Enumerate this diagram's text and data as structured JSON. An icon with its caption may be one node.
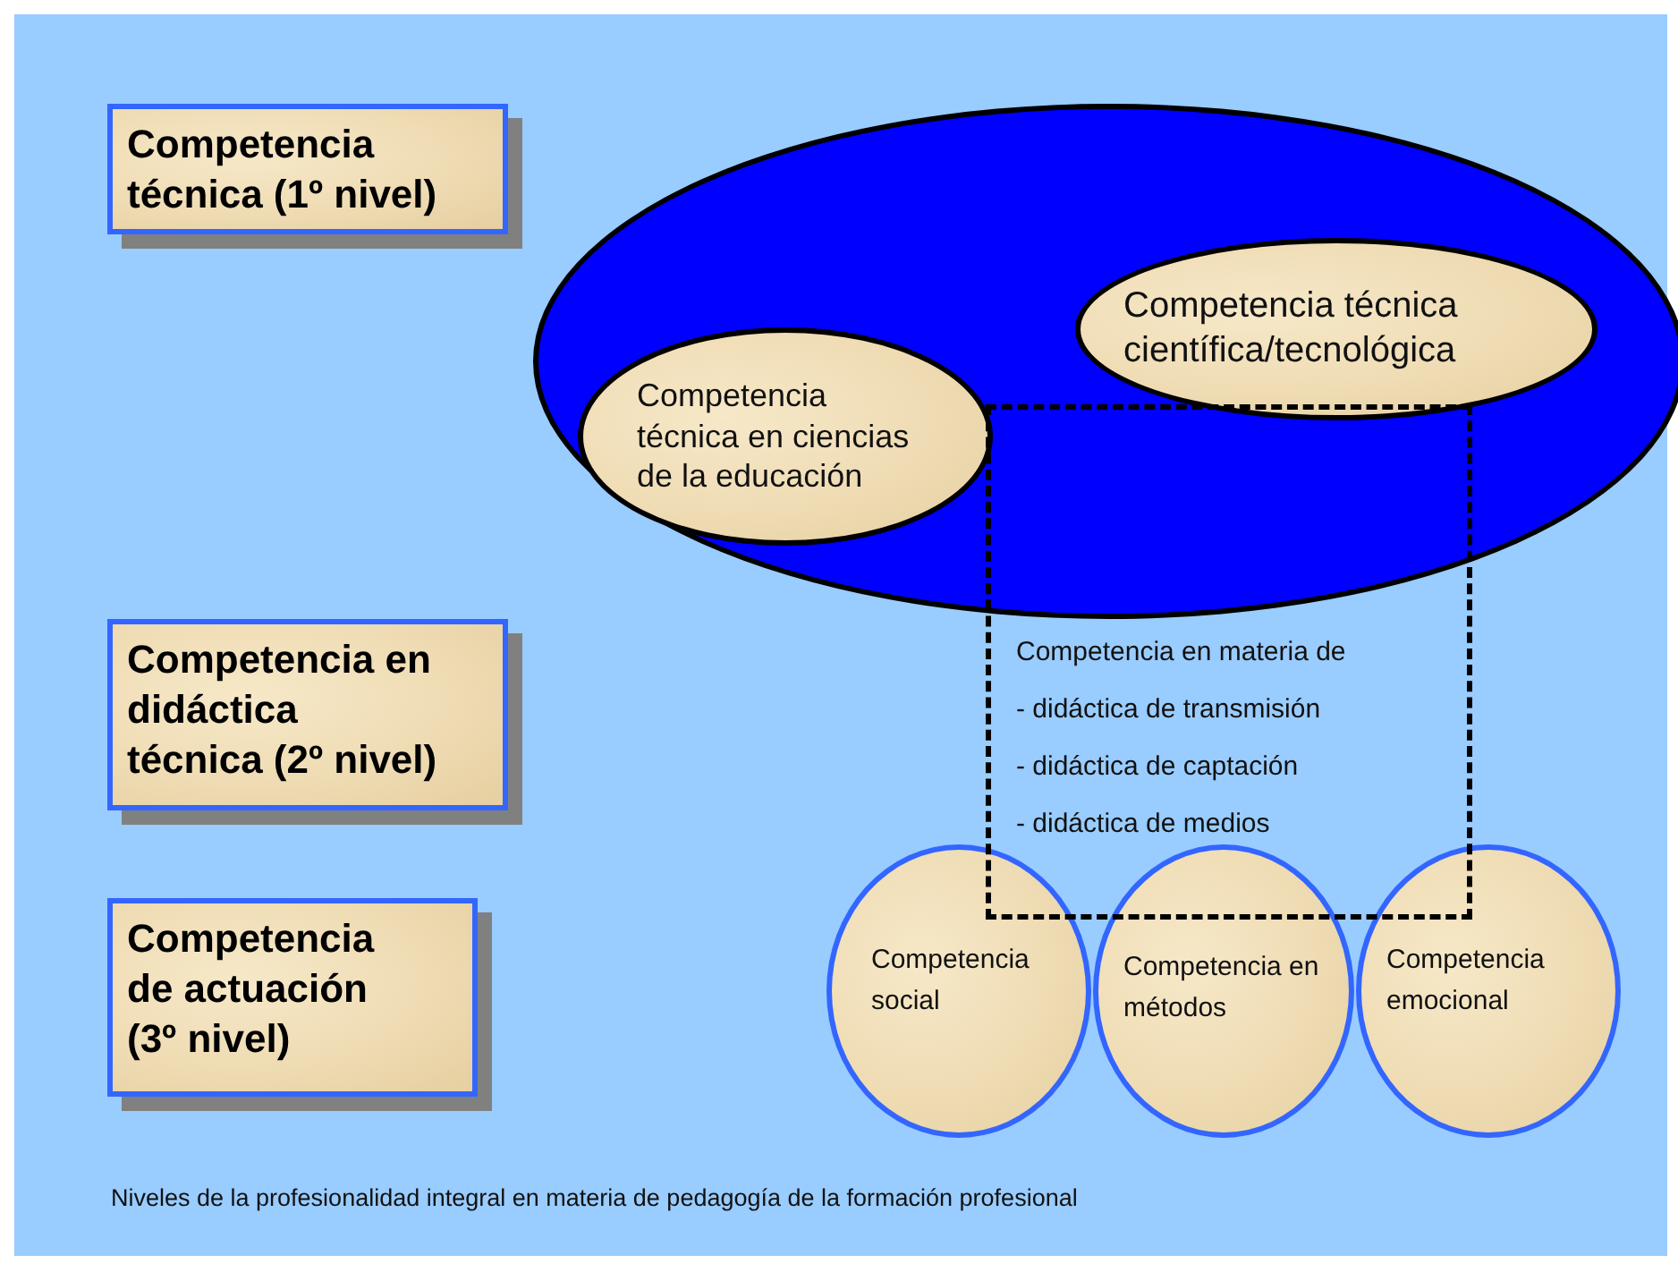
{
  "diagram": {
    "caption": "Niveles de la profesionalidad integral en materia de pedagogía de la formación profesional",
    "nodes": [
      {
        "text": [
          "Competencia técnica (1º nivel)"
        ]
      },
      {
        "text": [
          "Competencia en didáctica técnica (2º nivel)"
        ]
      },
      {
        "text": [
          "Competencia de actuación (3º nivel)"
        ]
      },
      {
        "text": [],
        "shape": "ellipse"
      },
      {
        "text": [
          "Competencia técnica en ciencias de la educación"
        ],
        "in": 3
      },
      {
        "text": [
          "Competencia técnica científica/tecnológica"
        ],
        "in": 3
      },
      {
        "text": [
          "Competencia en materia de",
          "- didáctica de transmisión",
          "- didáctica de captación",
          "- didáctica de medios"
        ]
      },
      {
        "text": [
          "Competencia social"
        ]
      },
      {
        "text": [
          "Competencia en métodos"
        ]
      },
      {
        "text": [
          "Competencia emocional"
        ]
      }
    ]
  }
}
